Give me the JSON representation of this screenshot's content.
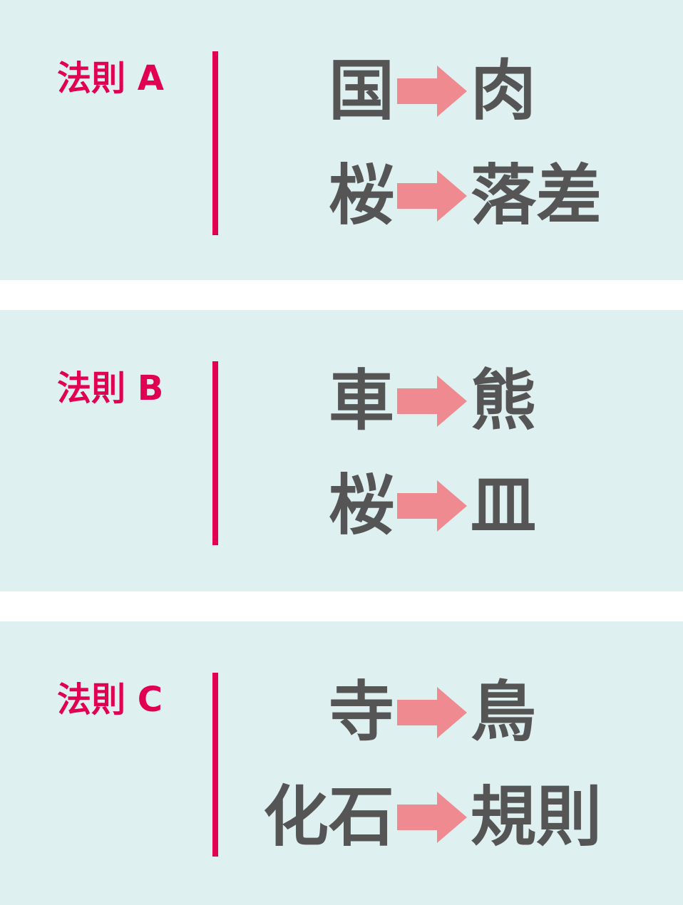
{
  "rules": [
    {
      "label": "法則 A",
      "pairs": [
        {
          "from": "国",
          "to": "肉"
        },
        {
          "from": "桜",
          "to": "落差"
        }
      ]
    },
    {
      "label": "法則 B",
      "pairs": [
        {
          "from": "車",
          "to": "熊"
        },
        {
          "from": "桜",
          "to": "皿"
        }
      ]
    },
    {
      "label": "法則 C",
      "pairs": [
        {
          "from": "寺",
          "to": "鳥"
        },
        {
          "from": "化石",
          "to": "規則"
        }
      ]
    }
  ],
  "colors": {
    "accent": "#e0004f",
    "arrow": "#ef8a90",
    "text": "#555555",
    "panel": "#dff0f0"
  }
}
